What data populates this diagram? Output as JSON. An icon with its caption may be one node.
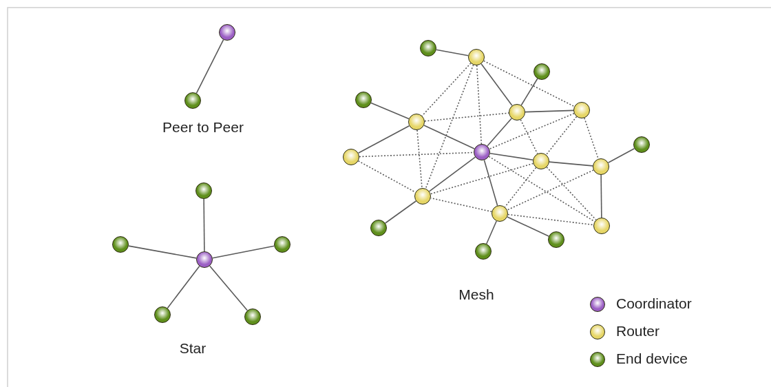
{
  "diagram": {
    "nodes": [
      {
        "text": [],
        "shape": "circle"
      },
      {
        "text": [],
        "shape": "circle"
      },
      {
        "text": [],
        "shape": "circle"
      },
      {
        "text": [],
        "shape": "circle"
      },
      {
        "text": [],
        "shape": "circle"
      },
      {
        "text": [],
        "shape": "circle"
      },
      {
        "text": [],
        "shape": "circle"
      },
      {
        "text": [],
        "shape": "circle"
      },
      {
        "text": [],
        "shape": "circle"
      },
      {
        "text": [],
        "shape": "circle"
      },
      {
        "text": [],
        "shape": "circle"
      },
      {
        "text": [],
        "shape": "circle"
      },
      {
        "text": [],
        "shape": "circle"
      },
      {
        "text": [],
        "shape": "circle"
      },
      {
        "text": [],
        "shape": "circle"
      },
      {
        "text": [],
        "shape": "circle"
      },
      {
        "text": [],
        "shape": "circle"
      },
      {
        "text": [],
        "shape": "circle"
      },
      {
        "text": [],
        "shape": "circle"
      },
      {
        "text": [],
        "shape": "circle"
      },
      {
        "text": [],
        "shape": "circle"
      },
      {
        "text": [],
        "shape": "circle"
      },
      {
        "text": [],
        "shape": "circle"
      },
      {
        "text": [],
        "shape": "circle"
      },
      {
        "text": [],
        "shape": "circle"
      },
      {
        "text": [],
        "shape": "circle"
      }
    ],
    "edges": [
      {
        "from": 0,
        "to": 1,
        "arrow": "none"
      },
      {
        "from": 2,
        "to": 3,
        "arrow": "none"
      },
      {
        "from": 2,
        "to": 4,
        "arrow": "none"
      },
      {
        "from": 2,
        "to": 5,
        "arrow": "none"
      },
      {
        "from": 2,
        "to": 6,
        "arrow": "none"
      },
      {
        "from": 2,
        "to": 7,
        "arrow": "none"
      },
      {
        "from": 19,
        "to": 9,
        "arrow": "none"
      },
      {
        "from": 9,
        "to": 11,
        "arrow": "none"
      },
      {
        "from": 20,
        "to": 11,
        "arrow": "none"
      },
      {
        "from": 21,
        "to": 10,
        "arrow": "none"
      },
      {
        "from": 10,
        "to": 13,
        "arrow": "none"
      },
      {
        "from": 10,
        "to": 8,
        "arrow": "none"
      },
      {
        "from": 8,
        "to": 11,
        "arrow": "none"
      },
      {
        "from": 8,
        "to": 14,
        "arrow": "none"
      },
      {
        "from": 14,
        "to": 15,
        "arrow": "none"
      },
      {
        "from": 15,
        "to": 22,
        "arrow": "none"
      },
      {
        "from": 15,
        "to": 18,
        "arrow": "none"
      },
      {
        "from": 8,
        "to": 16,
        "arrow": "none"
      },
      {
        "from": 16,
        "to": 23,
        "arrow": "none"
      },
      {
        "from": 8,
        "to": 17,
        "arrow": "none"
      },
      {
        "from": 17,
        "to": 24,
        "arrow": "none"
      },
      {
        "from": 17,
        "to": 25,
        "arrow": "none"
      },
      {
        "from": 11,
        "to": 12,
        "arrow": "none"
      },
      {
        "from": 9,
        "to": 10,
        "arrow": "none",
        "style": "dashed"
      },
      {
        "from": 9,
        "to": 16,
        "arrow": "none",
        "style": "dashed"
      },
      {
        "from": 9,
        "to": 8,
        "arrow": "none",
        "style": "dashed"
      },
      {
        "from": 9,
        "to": 12,
        "arrow": "none",
        "style": "dashed"
      },
      {
        "from": 10,
        "to": 11,
        "arrow": "none",
        "style": "dashed"
      },
      {
        "from": 10,
        "to": 16,
        "arrow": "none",
        "style": "dashed"
      },
      {
        "from": 13,
        "to": 8,
        "arrow": "none",
        "style": "dashed"
      },
      {
        "from": 13,
        "to": 16,
        "arrow": "none",
        "style": "dashed"
      },
      {
        "from": 11,
        "to": 14,
        "arrow": "none",
        "style": "dashed"
      },
      {
        "from": 12,
        "to": 8,
        "arrow": "none",
        "style": "dashed"
      },
      {
        "from": 12,
        "to": 14,
        "arrow": "none",
        "style": "dashed"
      },
      {
        "from": 12,
        "to": 15,
        "arrow": "none",
        "style": "dashed"
      },
      {
        "from": 14,
        "to": 17,
        "arrow": "none",
        "style": "dashed"
      },
      {
        "from": 14,
        "to": 16,
        "arrow": "none",
        "style": "dashed"
      },
      {
        "from": 14,
        "to": 18,
        "arrow": "none",
        "style": "dashed"
      },
      {
        "from": 15,
        "to": 17,
        "arrow": "none",
        "style": "dashed"
      },
      {
        "from": 17,
        "to": 18,
        "arrow": "none",
        "style": "dashed"
      },
      {
        "from": 17,
        "to": 16,
        "arrow": "none",
        "style": "dashed"
      },
      {
        "from": 8,
        "to": 18,
        "arrow": "none",
        "style": "dashed"
      }
    ],
    "labels": [
      "Peer to Peer",
      "Mesh",
      "Star"
    ],
    "legend": [
      {
        "text": "Coordinator",
        "color": "#9b5fc4"
      },
      {
        "text": "Router",
        "color": "#e6d667"
      },
      {
        "text": "End device",
        "color": "#5f8f1c"
      }
    ]
  }
}
